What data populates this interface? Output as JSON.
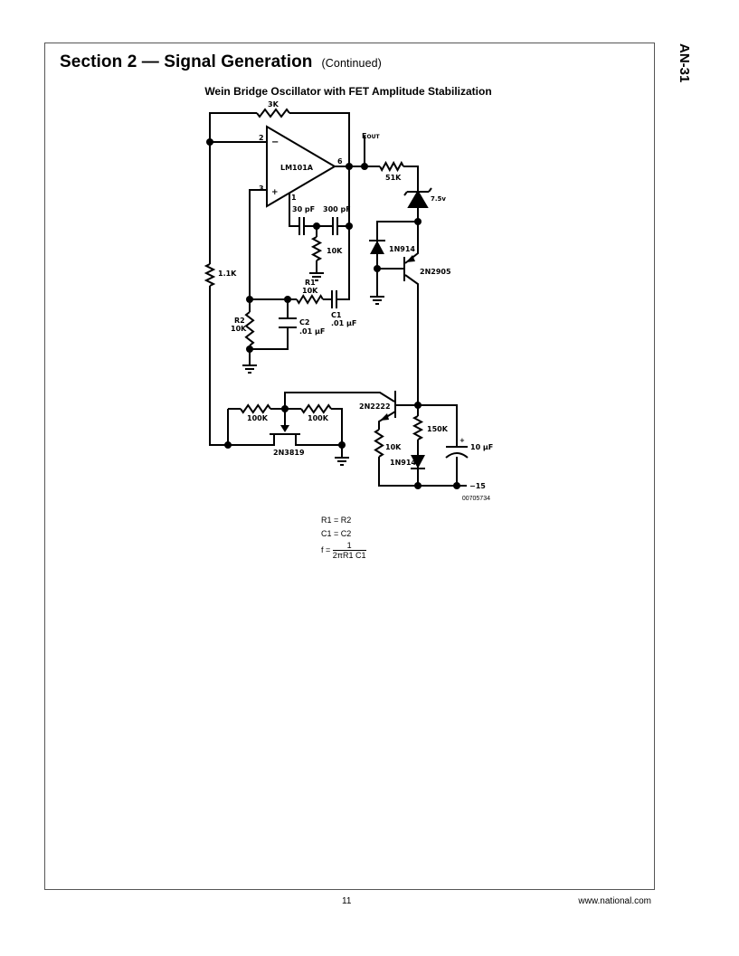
{
  "header": {
    "section_title": "Section 2 — Signal Generation",
    "continued": "(Continued)",
    "doc_id": "AN-31"
  },
  "figure": {
    "title": "Wein Bridge Oscillator with FET Amplitude Stabilization",
    "labels": {
      "r_feedback": "3K",
      "pin2": "2",
      "pin3": "3",
      "pin6": "6",
      "pin1": "1",
      "opamp": "LM101A",
      "minus": "−",
      "plus": "+",
      "eout": "E",
      "eout_sub": "OUT",
      "r_out": "51K",
      "zener": "7.5v",
      "c_30": "30 pF",
      "c_300": "300 pF",
      "r_comp": "10K",
      "diode1": "1N914",
      "pnp": "2N2905",
      "r_11": "1.1K",
      "r1_name": "R1",
      "r1_val": "10K",
      "c1_name": "C1",
      "c1_val": ".01 µF",
      "r2_name": "R2",
      "r2_val": "10K",
      "c2_name": "C2",
      "c2_val": ".01 µF",
      "npn": "2N2222",
      "r_100k_left": "100K",
      "r_100k_right": "100K",
      "fet": "2N3819",
      "r_150k": "150K",
      "r_10k_emitter": "10K",
      "diode2": "1N914",
      "cap_10u": "10 µF",
      "cap_plus": "+",
      "supply": "−15"
    },
    "figure_id": "00705734"
  },
  "equations": {
    "line1": "R1 = R2",
    "line2": "C1 = C2",
    "f_lhs": "f =",
    "f_num": "1",
    "f_den": "2πR1 C1"
  },
  "footer": {
    "page_number": "11",
    "url": "www.national.com"
  }
}
